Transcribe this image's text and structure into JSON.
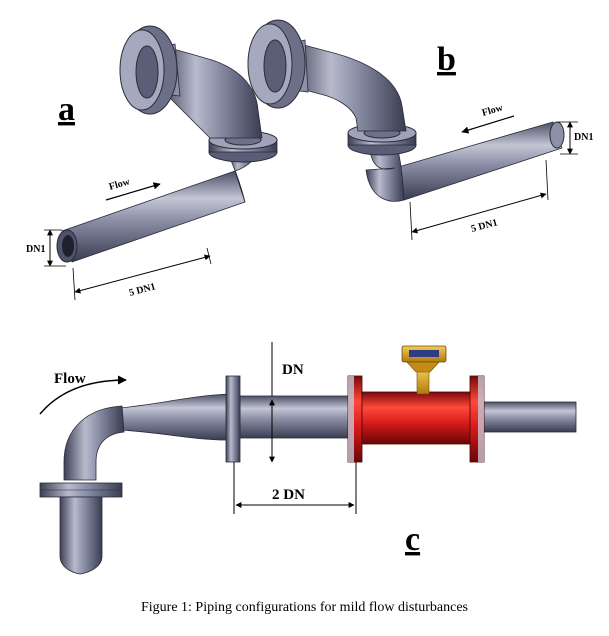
{
  "panels": {
    "a": {
      "letter": "a",
      "flow_label": "Flow",
      "diameter_label": "DN1",
      "length_label": "5 DN1"
    },
    "b": {
      "letter": "b",
      "flow_label": "Flow",
      "diameter_label": "DN1",
      "length_label": "5 DN1"
    },
    "c": {
      "letter": "c",
      "flow_label": "Flow",
      "diameter_label": "DN",
      "length_label": "2 DN"
    }
  },
  "caption": "Figure 1: Piping configurations for mild flow disturbances",
  "colors": {
    "pipe": "#70738c",
    "pipe_light": "#c4c6d6",
    "meter_body": "#d61a1a",
    "meter_head": "#d8a017",
    "meter_display": "#2c3c86"
  }
}
